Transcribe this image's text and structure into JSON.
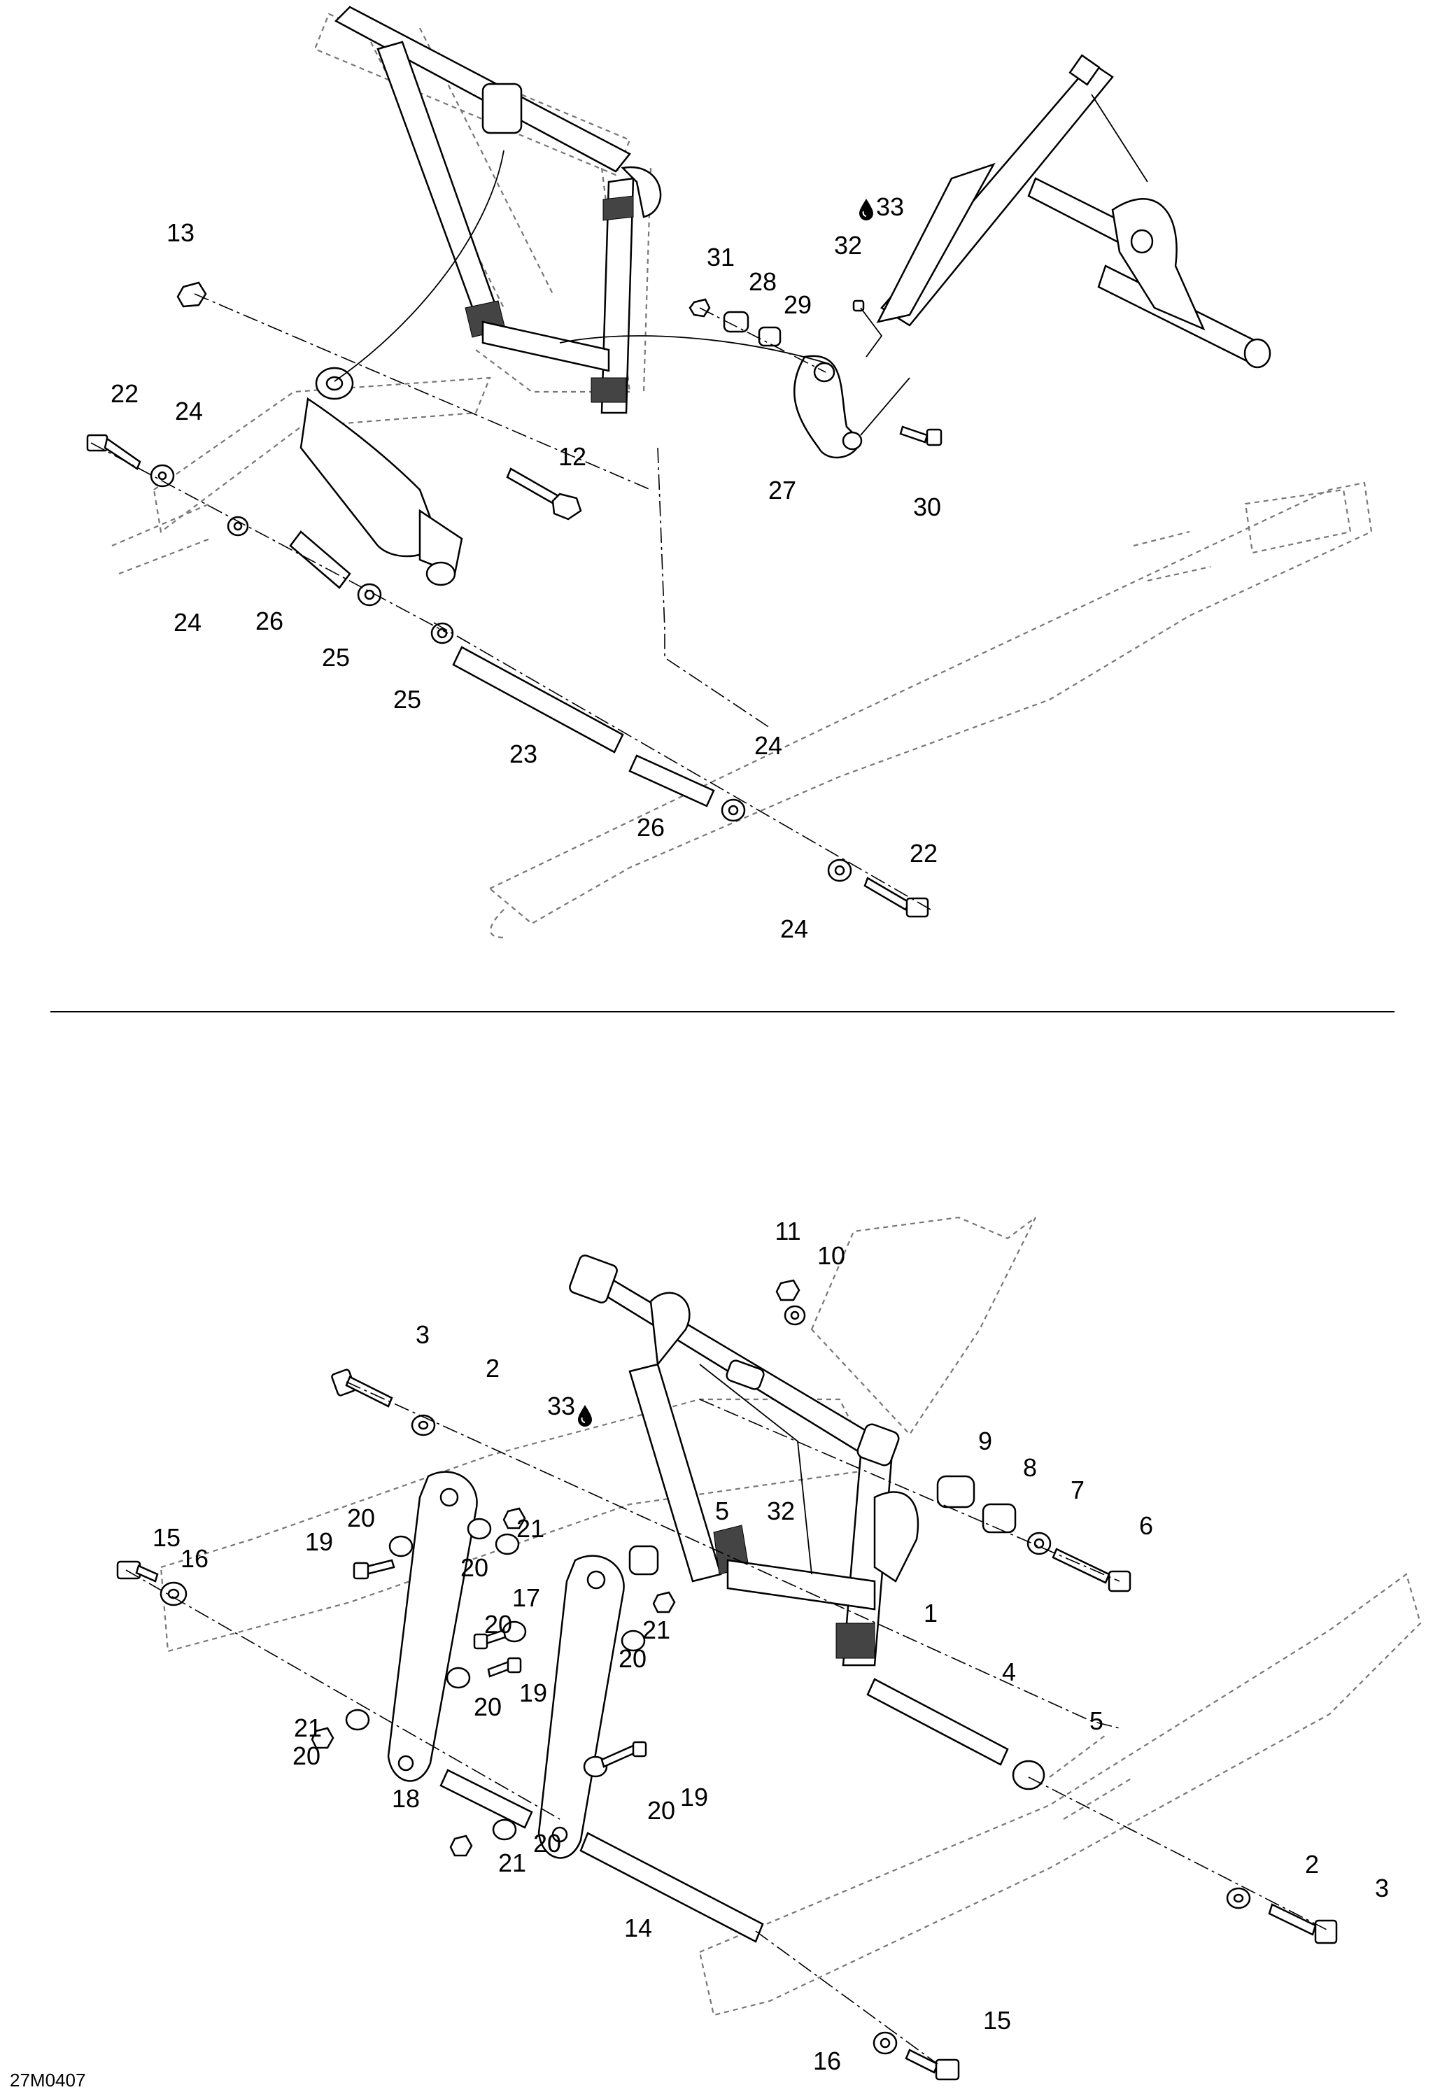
{
  "diagram_code": "27M0407",
  "lubricant_symbol": "oil-drop-icon",
  "upper_callouts": [
    "13",
    "22",
    "24",
    "12",
    "24",
    "26",
    "25",
    "25",
    "23",
    "26",
    "24",
    "22",
    "24",
    "31",
    "28",
    "29",
    "32",
    "33",
    "27",
    "30"
  ],
  "lower_callouts": [
    "11",
    "10",
    "3",
    "2",
    "33",
    "5",
    "32",
    "9",
    "8",
    "7",
    "6",
    "1",
    "15",
    "16",
    "19",
    "20",
    "21",
    "20",
    "17",
    "20",
    "21",
    "20",
    "19",
    "21",
    "20",
    "20",
    "4",
    "5",
    "18",
    "19",
    "20",
    "21",
    "20",
    "2",
    "3",
    "14",
    "15",
    "16"
  ]
}
